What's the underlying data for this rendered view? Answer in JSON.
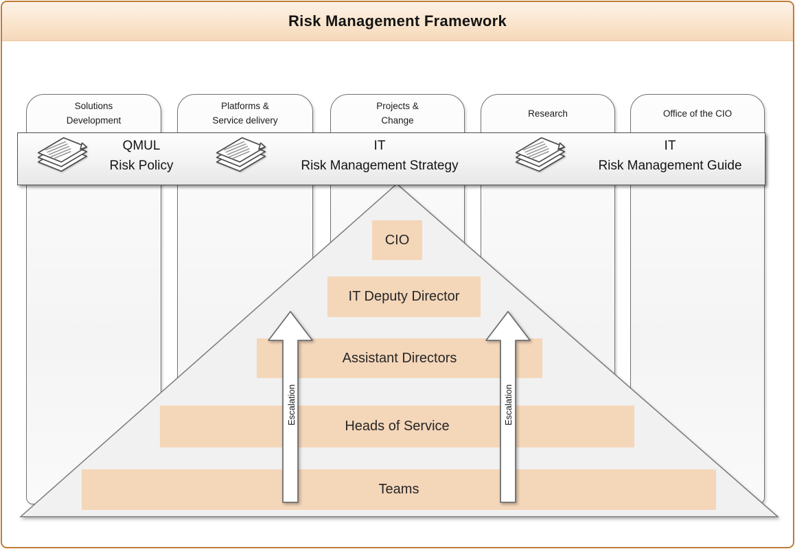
{
  "header": {
    "title": "Risk Management Framework"
  },
  "columns": [
    {
      "label": "Solutions\nDevelopment"
    },
    {
      "label": "Platforms &\nService delivery"
    },
    {
      "label": "Projects &\nChange"
    },
    {
      "label": "Research"
    },
    {
      "label": "Office of the CIO"
    }
  ],
  "documents": [
    {
      "icon": "document-stack-icon",
      "label": "QMUL\nRisk Policy"
    },
    {
      "icon": "document-stack-icon",
      "label": "IT\nRisk Management Strategy"
    },
    {
      "icon": "document-stack-icon",
      "label": "IT\nRisk Management Guide"
    }
  ],
  "pyramid": {
    "levels": [
      {
        "label": "CIO"
      },
      {
        "label": "IT Deputy Director"
      },
      {
        "label": "Assistant Directors"
      },
      {
        "label": "Heads of Service"
      },
      {
        "label": "Teams"
      }
    ]
  },
  "escalation": {
    "label": "Escalation"
  },
  "colors": {
    "accent_peach": "#f4d6b9",
    "frame_border_orange": "#bf7c35",
    "header_gradient_top": "#fdf2e7",
    "header_gradient_bottom": "#f6d8bb",
    "triangle_fill": "#f1f1f1",
    "line_gray": "#707070"
  }
}
